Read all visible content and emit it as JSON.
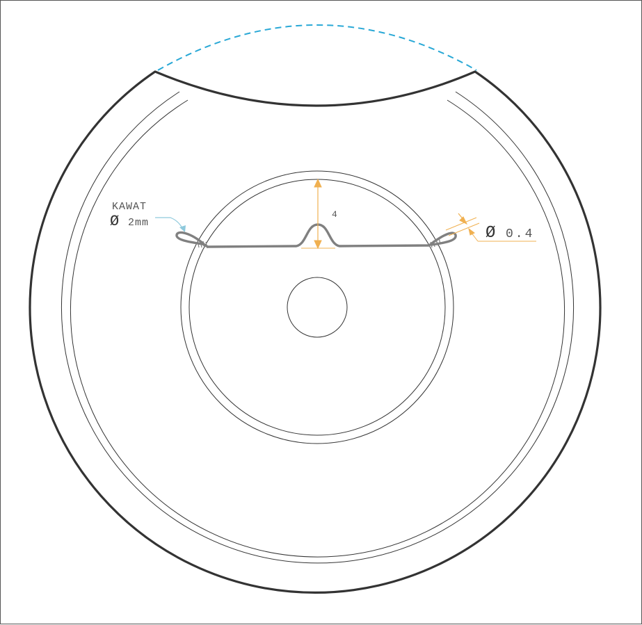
{
  "diagram": {
    "wire_label": {
      "name": "KAWAT",
      "diameter_symbol": "Ø",
      "diameter_value": "2mm"
    },
    "bump_height_value": "4",
    "thickness_label": {
      "diameter_symbol": "Ø",
      "diameter_value": "0.4"
    },
    "colors": {
      "outline": "#333333",
      "thin_line": "#333333",
      "wire": "#808080",
      "dimension": "#f0b050",
      "callout": "#8ec9dc",
      "dashed_arc": "#29a8d6"
    }
  }
}
